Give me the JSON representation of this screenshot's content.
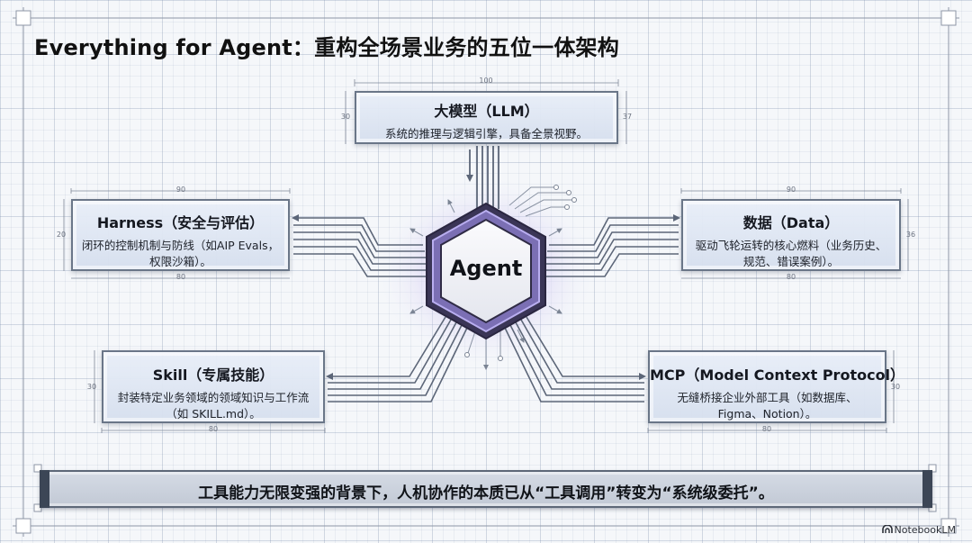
{
  "title": "Everything for Agent：重构全场景业务的五位一体架构",
  "hub": {
    "label": "Agent"
  },
  "nodes": {
    "llm": {
      "title": "大模型（LLM）",
      "desc": "系统的推理与逻辑引擎，具备全景视野。",
      "dims": [
        "100",
        "30",
        "37"
      ]
    },
    "harness": {
      "title": "Harness（安全与评估）",
      "desc": "闭环的控制机制与防线（如AIP Evals，权限沙箱）。",
      "dims": [
        "90",
        "20",
        "80"
      ]
    },
    "data": {
      "title": "数据（Data）",
      "desc": "驱动飞轮运转的核心燃料（业务历史、规范、错误案例）。",
      "dims": [
        "90",
        "36",
        "80"
      ]
    },
    "skill": {
      "title": "Skill（专属技能）",
      "desc": "封装特定业务领域的领域知识与工作流（如 SKILL.md）。",
      "dims": [
        "30",
        "80"
      ]
    },
    "mcp": {
      "title": "MCP（Model Context Protocol）",
      "desc": "无缝桥接企业外部工具（如数据库、Figma、Notion）。",
      "dims": [
        "30",
        "80"
      ]
    }
  },
  "banner": {
    "text": "工具能力无限变强的背景下，人机协作的本质已从“工具调用”转变为“系统级委托”。"
  },
  "watermark": {
    "text": "NotebookLM",
    "icon": "notebooklm-logo-icon"
  },
  "colors": {
    "frame": "#6a7688",
    "wire": "#5c6678",
    "hub_outer": "#3f3a5e",
    "hub_glow": "#b7a9e8",
    "banner": "#c8ced9"
  }
}
